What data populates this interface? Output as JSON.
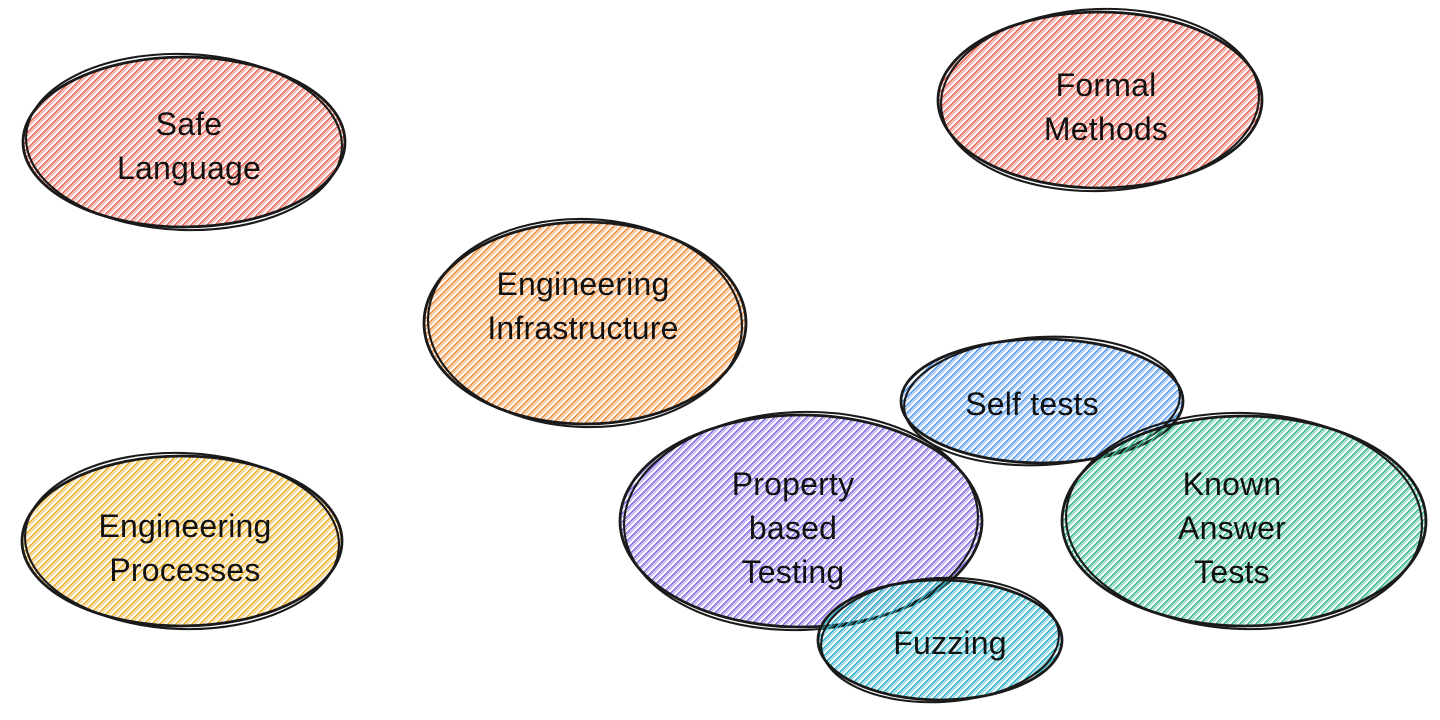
{
  "canvas": {
    "background": "#ffffff",
    "outline_color": "#1a1a1a",
    "text_color": "#111111"
  },
  "bubbles": [
    {
      "id": "safe-language",
      "label": "Safe\nLanguage",
      "color": "#ed6a5e"
    },
    {
      "id": "formal-methods",
      "label": "Formal\nMethods",
      "color": "#ed6a5e"
    },
    {
      "id": "engineering-infrastructure",
      "label": "Engineering\nInfrastructure",
      "color": "#f2913d"
    },
    {
      "id": "self-tests",
      "label": "Self tests",
      "color": "#5b9cf0"
    },
    {
      "id": "engineering-processes",
      "label": "Engineering\nProcesses",
      "color": "#f0b32e"
    },
    {
      "id": "property-based-testing",
      "label": "Property\nbased\nTesting",
      "color": "#8a6fe8"
    },
    {
      "id": "known-answer-tests",
      "label": "Known\nAnswer\nTests",
      "color": "#3bbd8e"
    },
    {
      "id": "fuzzing",
      "label": "Fuzzing",
      "color": "#30b5c7"
    }
  ]
}
